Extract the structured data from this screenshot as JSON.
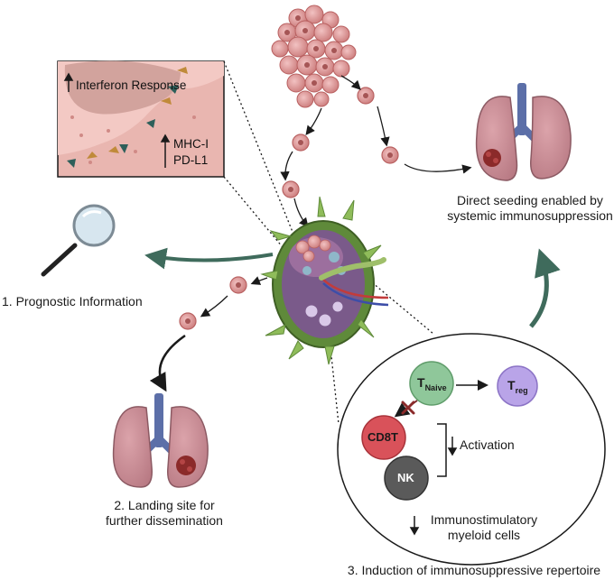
{
  "inset": {
    "interferon": "Interferon Response",
    "mhc": "MHC-I",
    "pdl1": "PD-L1"
  },
  "labels": {
    "direct_seeding": [
      "Direct seeding enabled by",
      "systemic immunosuppression"
    ],
    "prognostic": "1. Prognostic Information",
    "landing": [
      "2. Landing site for",
      "further dissemination"
    ],
    "induction": "3. Induction of immunosuppressive repertoire"
  },
  "cells": {
    "t_naive_main": "T",
    "t_naive_sub": "Naive",
    "t_reg_main": "T",
    "t_reg_sub": "reg",
    "cd8t": "CD8T",
    "nk": "NK",
    "activation": "Activation",
    "myeloid": [
      "Immunostimulatory",
      "myeloid cells"
    ]
  },
  "colors": {
    "tumor": "#d98c8c",
    "tumor_dark": "#b96161",
    "lung": "#c98b93",
    "lung_dark": "#a9636e",
    "trachea": "#5c6fa8",
    "node_green": "#7fa655",
    "node_purple": "#7a5a8a",
    "arrow_teal": "#3f6b5c",
    "inset_bg": "#e9b6b0",
    "t_naive": "#8fc79a",
    "t_reg": "#b9a4e8",
    "cd8t": "#d9525a",
    "nk": "#5a5a5a"
  },
  "icons": [
    "magnifier-icon",
    "lung-icon",
    "lymph-node-icon",
    "tumor-cluster-icon",
    "inhibit-x-icon"
  ]
}
